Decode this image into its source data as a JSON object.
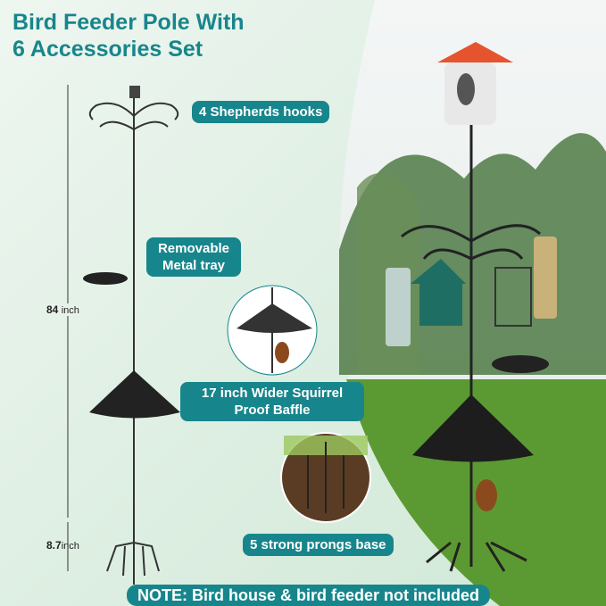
{
  "title": {
    "line1": "Bird Feeder Pole With",
    "line2": "6 Accessories Set"
  },
  "labels": {
    "hooks": "4 Shepherds hooks",
    "tray_line1": "Removable",
    "tray_line2": "Metal tray",
    "baffle_line1": "17 inch Wider Squirrel",
    "baffle_line2": "Proof Baffle",
    "prongs": "5 strong prongs base",
    "note": "NOTE: Bird house & bird feeder not included"
  },
  "dimensions": {
    "height_value": "84",
    "height_unit": "inch",
    "base_value": "8.7",
    "base_unit": "inch"
  },
  "colors": {
    "accent": "#17868c"
  }
}
